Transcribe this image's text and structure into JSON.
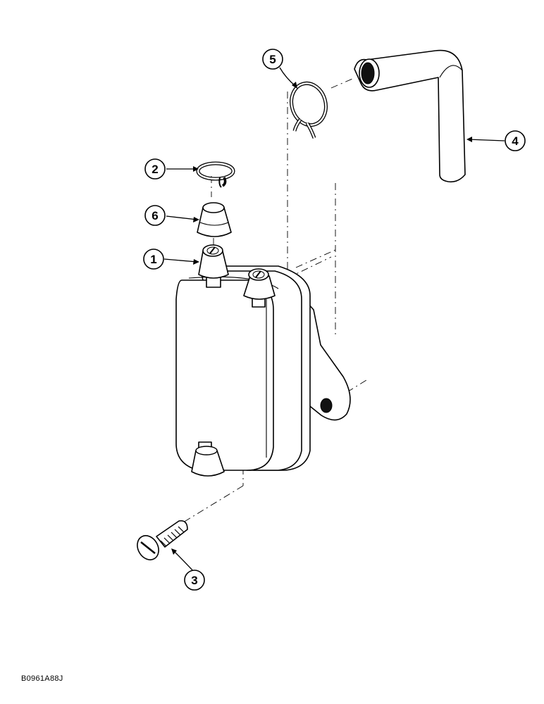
{
  "callouts": [
    {
      "id": "1",
      "label": "1"
    },
    {
      "id": "2",
      "label": "2"
    },
    {
      "id": "3",
      "label": "3"
    },
    {
      "id": "4",
      "label": "4"
    },
    {
      "id": "5",
      "label": "5"
    },
    {
      "id": "6",
      "label": "6"
    }
  ],
  "figure_code": "B0961A88J"
}
